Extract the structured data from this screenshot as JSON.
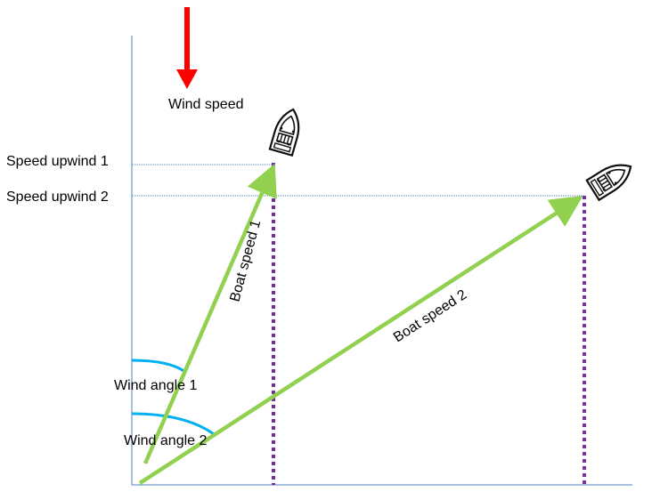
{
  "labels": {
    "wind_speed": "Wind speed",
    "speed_upwind_1": "Speed upwind 1",
    "speed_upwind_2": "Speed upwind 2",
    "boat_speed_1": "Boat speed 1",
    "boat_speed_2": "Boat speed 2",
    "wind_angle_1": "Wind angle 1",
    "wind_angle_2": "Wind angle 2"
  },
  "colors": {
    "wind_arrow": "#ff0000",
    "boat_vectors": "#92d050",
    "projection_lines": "#7030a0",
    "angle_arcs": "#00b0f0",
    "axes": "#4f81bd"
  },
  "icons": {
    "boat": "boat-icon",
    "wind_arrow": "down-arrow-icon"
  }
}
